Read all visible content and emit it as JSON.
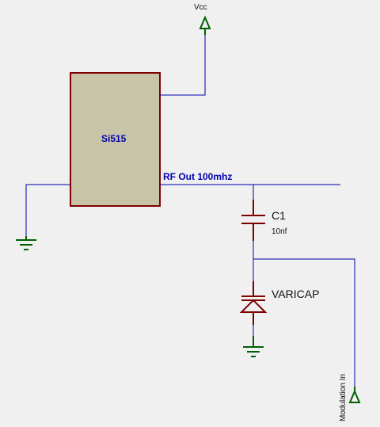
{
  "ic": {
    "name": "Si515",
    "output_label": "RF Out 100mhz"
  },
  "power": {
    "label": "Vcc"
  },
  "capacitor": {
    "ref": "C1",
    "value": "10nf"
  },
  "varicap": {
    "label": "VARICAP"
  },
  "modulation": {
    "label": "Modulation In"
  },
  "colors": {
    "wire": "#0000b0",
    "component": "#800000",
    "ground": "#006000",
    "ic_fill": "#c8c4a8",
    "background": "#f0f0f0"
  }
}
